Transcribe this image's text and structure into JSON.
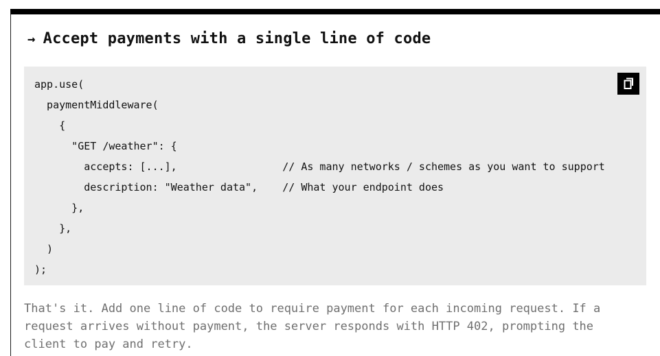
{
  "section": {
    "arrow": "→",
    "title": "Accept payments with a single line of code"
  },
  "code": {
    "copy_icon": "copy-icon",
    "lines": [
      "app.use(",
      "  paymentMiddleware(",
      "    {",
      "      \"GET /weather\": {",
      "        accepts: [...],                 // As many networks / schemes as you want to support",
      "        description: \"Weather data\",    // What your endpoint does",
      "      },",
      "    },",
      "  )",
      ");"
    ]
  },
  "description": {
    "lines": [
      "That's it. Add one line of code to require payment for each incoming request. If a",
      "request arrives without payment, the server responds with HTTP 402, prompting the",
      "client to pay and retry."
    ]
  }
}
